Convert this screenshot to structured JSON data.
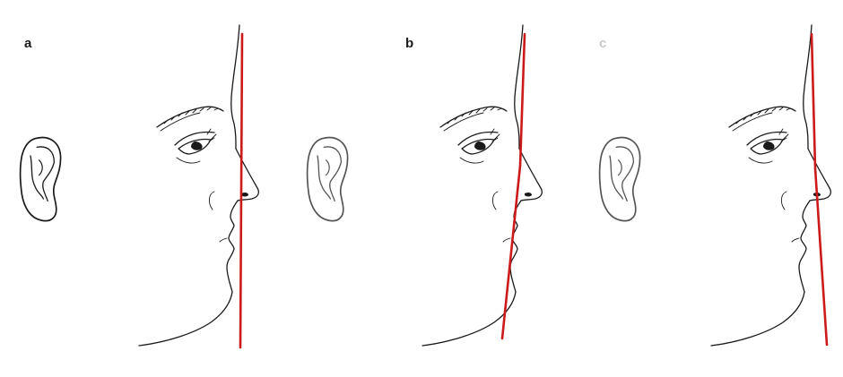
{
  "panels": [
    {
      "label": "a",
      "label_color": "#1a1a1a",
      "ear_color": "#1a1a1a"
    },
    {
      "label": "b",
      "label_color": "#1a1a1a",
      "ear_color": "#555555"
    },
    {
      "label": "c",
      "label_color": "#c8c8c8",
      "ear_color": "#555555"
    }
  ],
  "colors": {
    "reference_line": "#cc1a1a",
    "sketch": "#1a1a1a",
    "background": "#ffffff"
  }
}
